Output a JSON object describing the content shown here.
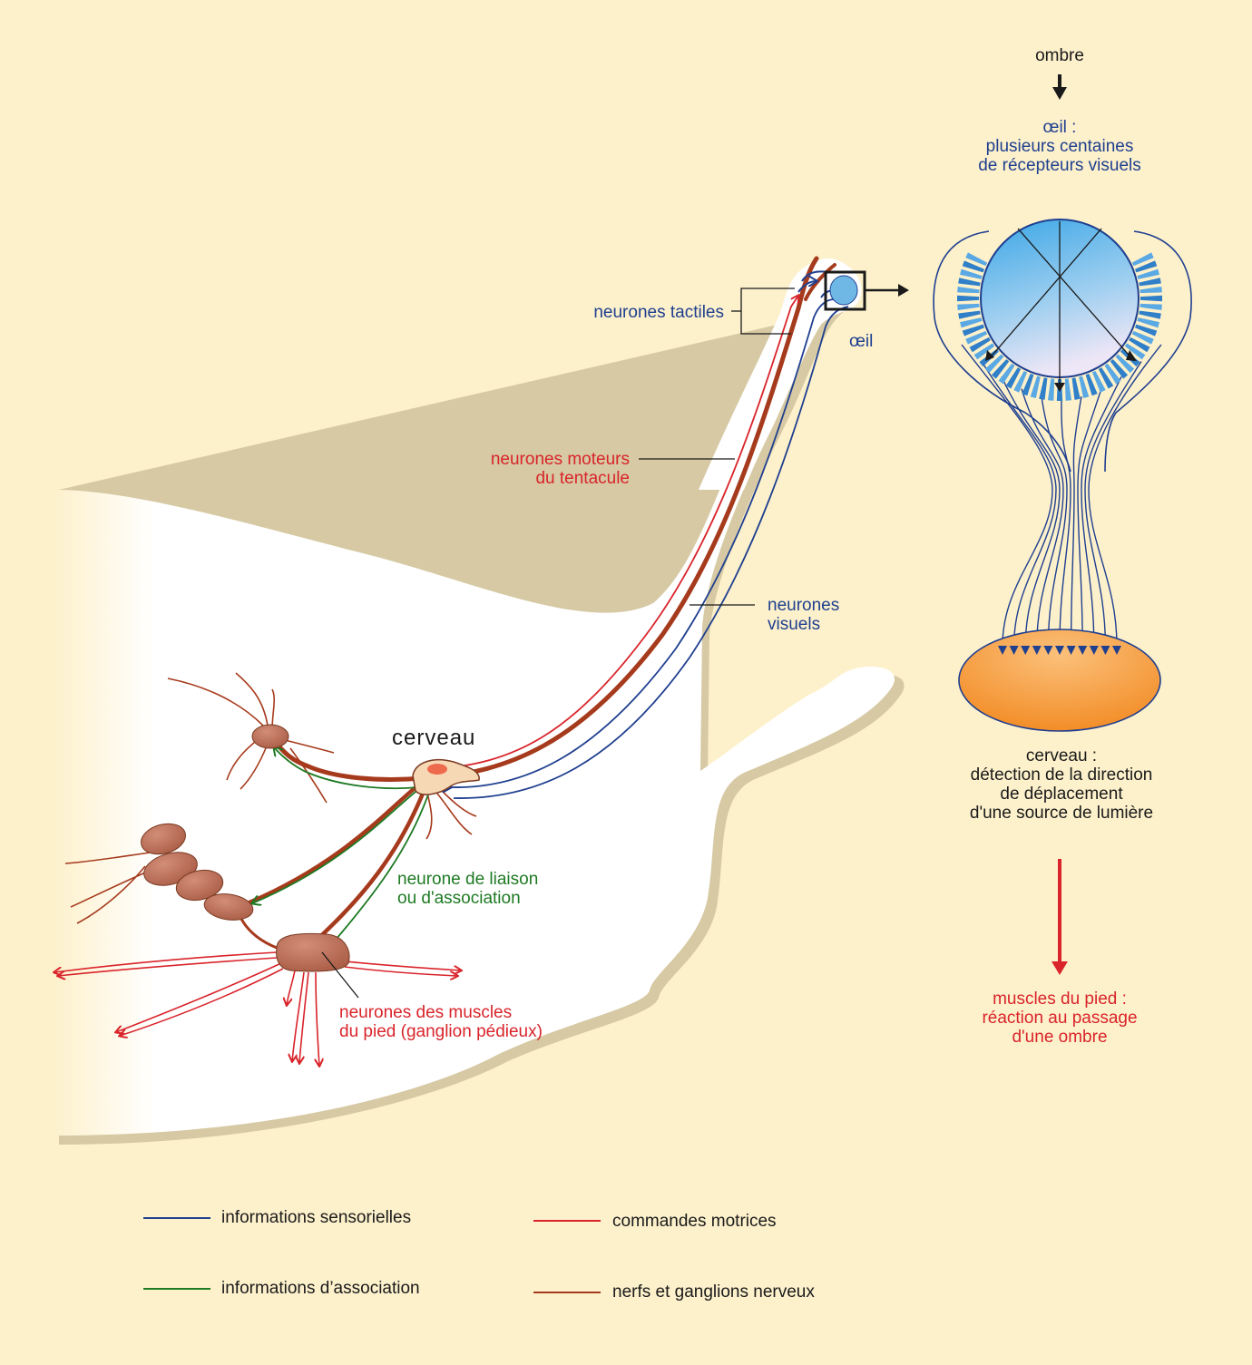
{
  "diagram": {
    "labels": {
      "tactile": "neurones tactiles",
      "eye_small": "œil",
      "motor_1": "neurones moteurs",
      "motor_2": "du tentacule",
      "visual_1": "neurones",
      "visual_2": "visuels",
      "brain": "cerveau",
      "liaison_1": "neurone de liaison",
      "liaison_2": "ou d'association",
      "muscles_1": "neurones des muscles",
      "muscles_2": "du pied (ganglion pédieux)"
    },
    "detail": {
      "shadow": "ombre",
      "eye_1": "œil :",
      "eye_2": "plusieurs centaines",
      "eye_3": "de récepteurs visuels",
      "brain_1": "cerveau :",
      "brain_2": "détection de la direction",
      "brain_3": "de déplacement",
      "brain_4": "d'une source de lumière",
      "muscle_1": "muscles du pied :",
      "muscle_2": "réaction au passage",
      "muscle_3": "d'une ombre"
    },
    "legend": [
      {
        "label": "informations sensorielles",
        "color": "#1f3f8f"
      },
      {
        "label": "commandes motrices",
        "color": "#d9242b"
      },
      {
        "label": "informations d’association",
        "color": "#1e7a23"
      },
      {
        "label": "nerfs et ganglions nerveux",
        "color": "#a63a1c"
      }
    ],
    "colors": {
      "background": "#fdf1cc",
      "body": "#ffffff",
      "shadow": "#d6c9a3",
      "sensory": "#1f3f8f",
      "motor": "#d9242b",
      "association": "#1e7a23",
      "nerve": "#a63a1c",
      "ganglion": "#b9705a",
      "eye_blue": "#4aa6e0",
      "brain_orange": "#f39b3a"
    }
  }
}
